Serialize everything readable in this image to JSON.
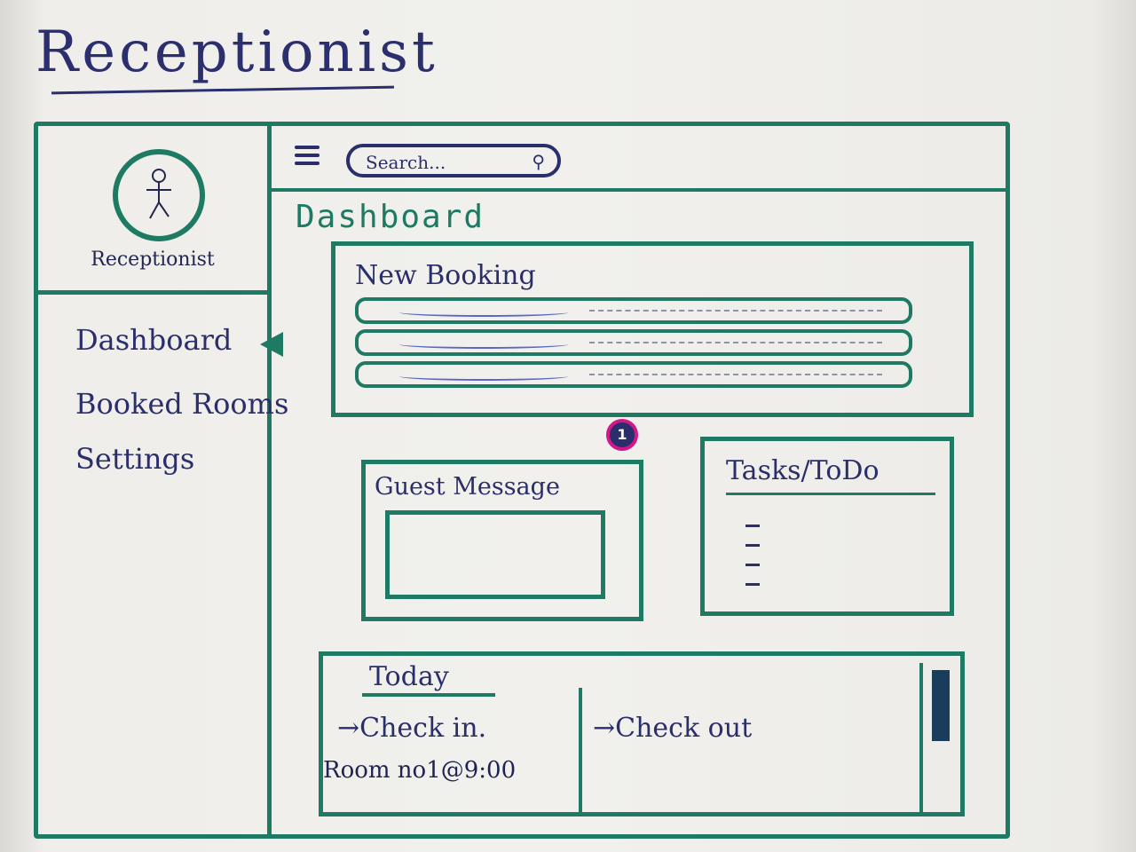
{
  "header": {
    "title": "Receptionist"
  },
  "sidebar": {
    "profile_name": "Receptionist",
    "items": [
      {
        "label": "Dashboard"
      },
      {
        "label": "Booked Rooms"
      },
      {
        "label": "Settings"
      }
    ]
  },
  "topbar": {
    "search_placeholder": "Search...",
    "search_icon": "search-icon",
    "menu_icon": "menu-icon"
  },
  "dashboard": {
    "title": "Dashboard",
    "new_booking": {
      "title": "New Booking"
    },
    "guest_message": {
      "title": "Guest Message",
      "badge_count": "1"
    },
    "tasks": {
      "title": "Tasks/ToDo"
    },
    "today": {
      "title": "Today",
      "check_in_label": "→Check in.",
      "check_in_note": "Room no1@9:00",
      "check_out_label": "→Check out"
    }
  },
  "colors": {
    "frame": "#1e7a63",
    "ink": "#2a2e6a",
    "badge": "#d1178a"
  }
}
